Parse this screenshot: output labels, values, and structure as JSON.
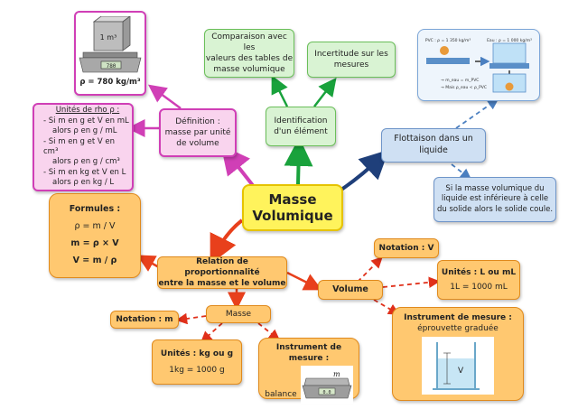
{
  "center": {
    "line1": "Masse",
    "line2": "Volumique"
  },
  "density_image": {
    "cube_label": "1 m³",
    "scale_display": "780",
    "caption": "ρ = 780 kg/m³"
  },
  "rho_units": {
    "title": "Unités de rho ρ :",
    "lines": [
      "- Si m en g et V en mL",
      "alors ρ en g / mL",
      "- Si m en g et V en cm³",
      "alors ρ en g / cm³",
      "- Si m en kg et V en L",
      "alors ρ en kg / L"
    ]
  },
  "definition": {
    "lines": [
      "Définition :",
      "masse par unité",
      "de volume"
    ]
  },
  "comparaison": {
    "lines": [
      "Comparaison avec les",
      "valeurs des tables de",
      "masse volumique"
    ]
  },
  "incertitude": {
    "lines": [
      "Incertitude sur les",
      "mesures"
    ]
  },
  "identification": {
    "lines": [
      "Identification",
      "d'un élément"
    ]
  },
  "flottaison_image": {
    "label_left": "PVC : ρ = 1 350 kg/m³",
    "label_right": "Eau : ρ = 1 000 kg/m³",
    "bottom1": "→ m_eau = m_PVC",
    "bottom2": "→ Mais ρ_eau < ρ_PVC"
  },
  "flottaison": {
    "lines": [
      "Flottaison dans un",
      "liquide"
    ]
  },
  "flottaison_rule": {
    "lines": [
      "Si la masse volumique du",
      "liquide est inférieure à celle",
      "du solide alors le solide coule."
    ]
  },
  "formules": {
    "title": "Formules :",
    "f1": "ρ = m / V",
    "f2": "m = ρ × V",
    "f3": "V = m / ρ"
  },
  "relation": {
    "lines": [
      "Relation de proportionnalité",
      "entre la masse et le volume"
    ]
  },
  "volume": {
    "label": "Volume"
  },
  "notation_v": {
    "label": "Notation : V"
  },
  "unites_v": {
    "line1": "Unités : L ou mL",
    "line2": "1L = 1000 mL"
  },
  "instrument_v": {
    "line1": "Instrument de mesure :",
    "line2": "éprouvette graduée",
    "cylinder_label": "V"
  },
  "masse": {
    "label": "Masse"
  },
  "notation_m": {
    "label": "Notation : m"
  },
  "unites_m": {
    "line1": "Unités : kg ou g",
    "line2": "1kg = 1000 g"
  },
  "instrument_m": {
    "line1": "Instrument de mesure :",
    "line2": "balance",
    "scale_label": "m",
    "display": "0.0"
  },
  "colors": {
    "pink": "#d03fb6",
    "green": "#19a23c",
    "orange": "#e8401c",
    "blue": "#1f3f7a",
    "dashed_blue": "#4a7fc0",
    "dashed_red": "#e0301a"
  }
}
